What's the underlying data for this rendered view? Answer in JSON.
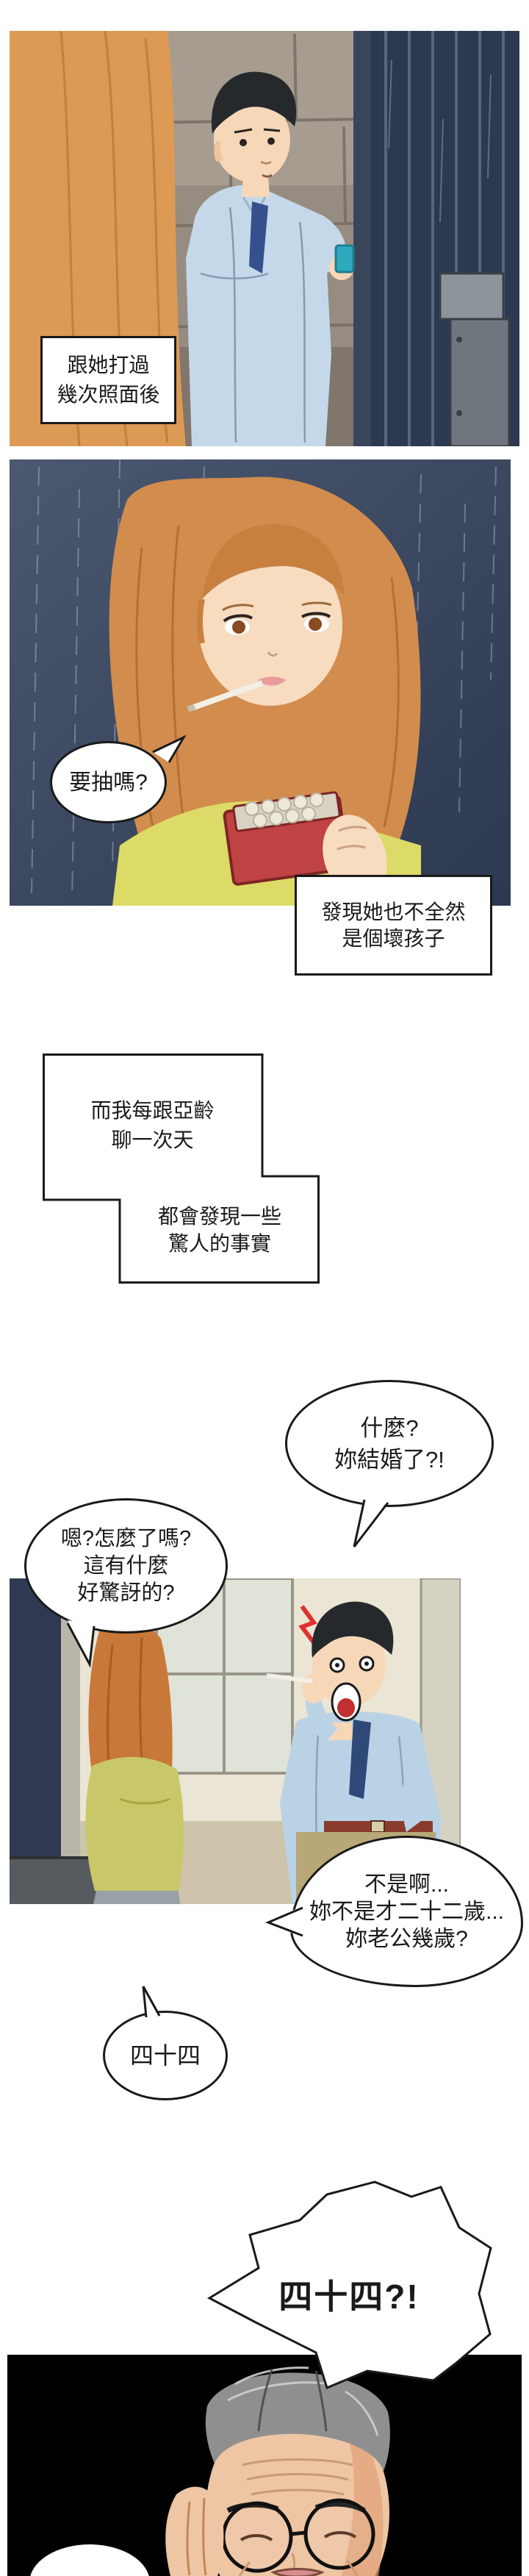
{
  "captions": {
    "c1": {
      "lines": [
        "跟她打過",
        "幾次照面後"
      ]
    },
    "c2": {
      "lines": [
        "發現她也不全然",
        "是個壞孩子"
      ]
    },
    "c3": {
      "lines": [
        "而我每跟亞齡",
        "聊一次天"
      ]
    },
    "c4": {
      "lines": [
        "都會發現一些",
        "驚人的事實"
      ]
    }
  },
  "bubbles": {
    "offer": {
      "lines": [
        "要抽嗎?"
      ]
    },
    "what": {
      "lines": [
        "什麼?",
        "妳結婚了?!"
      ]
    },
    "calm": {
      "lines": [
        "嗯?怎麼了嗎?",
        "這有什麼",
        "好驚訝的?"
      ]
    },
    "age": {
      "lines": [
        "不是啊...",
        "妳不是才二十二歲...",
        "妳老公幾歲?"
      ]
    },
    "fortyfour": {
      "lines": [
        "四十四"
      ]
    },
    "fortyfour_shock": {
      "lines": [
        "四十四?!"
      ]
    }
  },
  "colors": {
    "ink": "#1a1a1a",
    "page_bg": "#ffffff",
    "panel1_wall": "#968c81",
    "panel1_gate": "#39465a",
    "panel2_rain_bg": "#3c4a60",
    "panel3_wall": "#eae5d4",
    "panel4_bg": "#000000",
    "hair_orange": "#d68d4d",
    "shirt_blue": "#c2d6e8",
    "sweater_yellow": "#d9d86a",
    "cigarette_pack_red": "#c04343",
    "tie_navy": "#35508e",
    "shock_mark_red": "#e03030"
  }
}
